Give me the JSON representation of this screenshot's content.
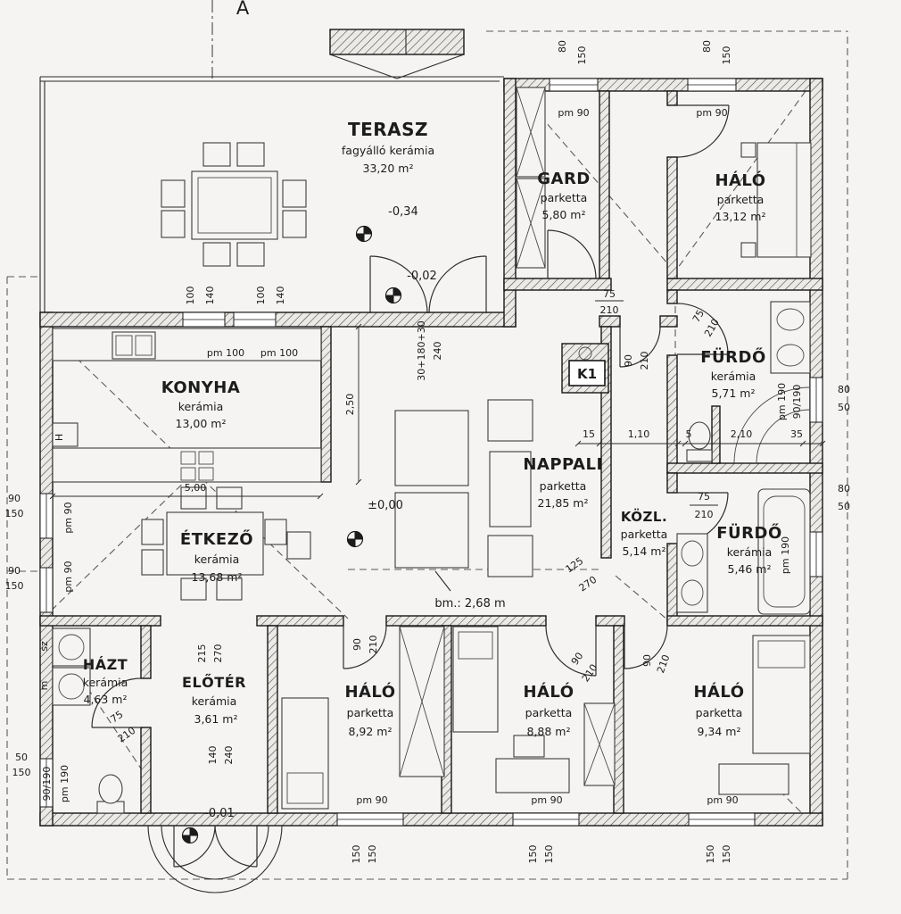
{
  "section_mark": "A",
  "k1": "K1",
  "bm": "bm.: 2,68 m",
  "rooms": [
    {
      "name": "TERASZ",
      "material": "fagyálló kerámia",
      "area": "33,20 m²"
    },
    {
      "name": "GARD",
      "material": "parketta",
      "area": "5,80 m²"
    },
    {
      "name": "HÁLÓ",
      "material": "parketta",
      "area": "13,12 m²"
    },
    {
      "name": "FÜRDŐ",
      "material": "kerámia",
      "area": "5,71 m²"
    },
    {
      "name": "KONYHA",
      "material": "kerámia",
      "area": "13,00 m²"
    },
    {
      "name": "NAPPALI",
      "material": "parketta",
      "area": "21,85 m²"
    },
    {
      "name": "ÉTKEZŐ",
      "material": "kerámia",
      "area": "13,68 m²"
    },
    {
      "name": "KÖZL.",
      "material": "parketta",
      "area": "5,14 m²"
    },
    {
      "name": "FÜRDŐ",
      "material": "kerámia",
      "area": "5,46 m²"
    },
    {
      "name": "HÁZT",
      "material": "kerámia",
      "area": "4,63 m²"
    },
    {
      "name": "ELŐTÉR",
      "material": "kerámia",
      "area": "3,61 m²"
    },
    {
      "name": "HÁLÓ",
      "material": "parketta",
      "area": "8,92 m²"
    },
    {
      "name": "HÁLÓ",
      "material": "parketta",
      "area": "8,88 m²"
    },
    {
      "name": "HÁLÓ",
      "material": "parketta",
      "area": "9,34 m²"
    }
  ],
  "levels": {
    "terrace": "-0,34",
    "terrace_door": "-0,02",
    "interior": "±0,00",
    "entrance": "-0,01"
  },
  "dims": {
    "top_a1": "80",
    "top_a2": "150",
    "top_b1": "80",
    "top_b2": "150",
    "pm90_gard": "pm 90",
    "pm90_halo": "pm 90",
    "gard_w": "75",
    "gard_h": "210",
    "kwin1": "100",
    "kwin2": "140",
    "kwin3": "100",
    "kwin4": "140",
    "pm100_a": "pm 100",
    "pm100_b": "pm 100",
    "open_kitchen": "2,50",
    "main_w": "30+180+30",
    "main_h": "240",
    "nap_w": "90",
    "nap_h": "210",
    "bath1_w": "75",
    "bath1_h": "210",
    "bath2_w": "75",
    "bath2_h": "210",
    "chain": [
      "15",
      "1,10",
      "5",
      "2,10",
      "35"
    ],
    "right_a1": "80",
    "right_a2": "50",
    "right_b1": "80",
    "right_b2": "50",
    "win_bath1": "90/190",
    "pm190_a": "pm 190",
    "pm190_b": "pm 190",
    "kozl_w": "125",
    "kozl_h": "270",
    "b1_w": "90",
    "b1_h": "210",
    "b2_w": "90",
    "b2_h": "210",
    "b3_w": "90",
    "b3_h": "210",
    "eloter_w": "215",
    "eloter_h": "270",
    "front_w": "140",
    "front_h": "240",
    "hazt_w": "75",
    "hazt_h": "210",
    "wc_win": "90/190",
    "pm190_wc": "pm 190",
    "left_a1": "50",
    "left_a2": "150",
    "lwin1a": "90",
    "lwin1b": "150",
    "lwin2a": "90",
    "lwin2b": "150",
    "pm90_e1": "pm 90",
    "pm90_e2": "pm 90",
    "pm90_b1": "pm 90",
    "pm90_b2": "pm 90",
    "pm90_b3": "pm 90",
    "bwin1a": "150",
    "bwin1b": "150",
    "bwin2a": "150",
    "bwin2b": "150",
    "bwin3a": "150",
    "bwin3b": "150",
    "kitchen_len": "5,00"
  },
  "appliances": {
    "sz": "sz",
    "m": "m",
    "h": "H"
  }
}
